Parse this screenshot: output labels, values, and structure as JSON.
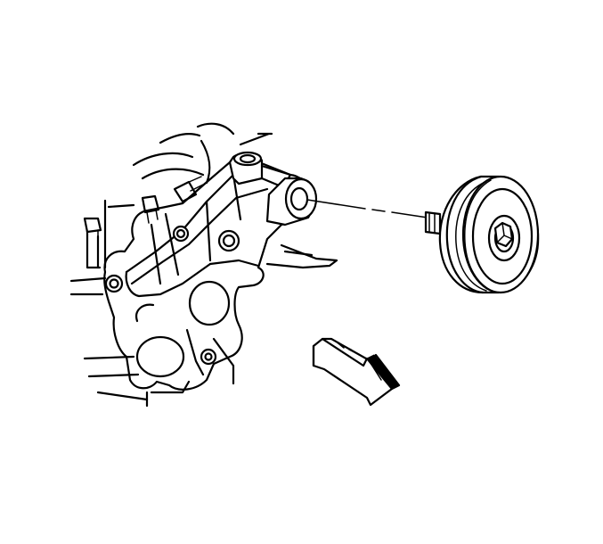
{
  "illustration": {
    "kind": "line-drawing",
    "background_color": "#ffffff",
    "stroke_color": "#000000",
    "parts": [
      "engine-block",
      "mounting-bracket",
      "idler-pulley",
      "idler-bolt",
      "view-direction-arrow"
    ]
  }
}
